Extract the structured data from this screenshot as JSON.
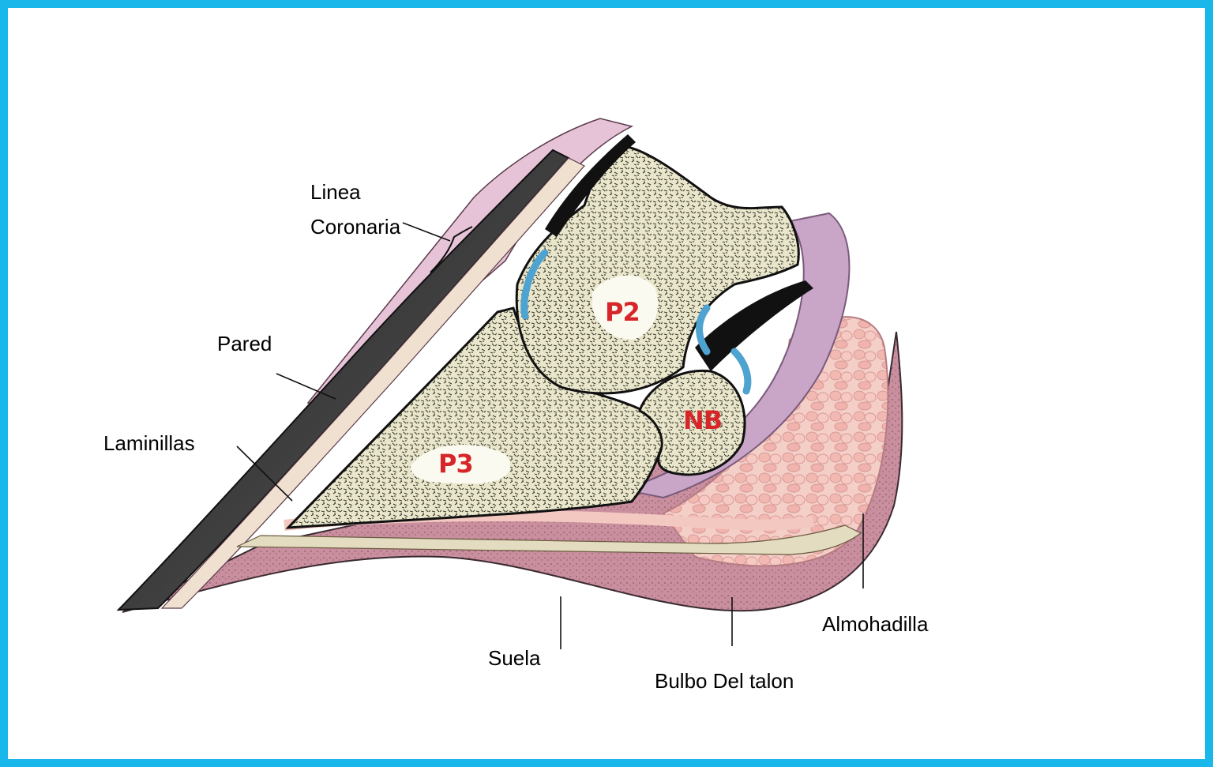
{
  "colors": {
    "frame_border": "#1ab7ea",
    "bone_fill": "#e9e6cc",
    "bone_texture": "#3a3a2a",
    "marrow": "#fbfaf0",
    "soft_tissue_pink": "#e7c3d8",
    "tendon_lilac": "#c9a6c8",
    "horn_dark": "#2a2a2a",
    "sole_pink": "#c98f9f",
    "cushion_pink": "#f0c6c0",
    "synovial_blue": "#4fa3d1",
    "bone_label_red": "#d7262a"
  },
  "labels": {
    "linea_line1": "Linea",
    "linea_line2": "Coronaria",
    "pared": "Pared",
    "laminillas": "Laminillas",
    "suela": "Suela",
    "bulbo": "Bulbo Del talon",
    "almohadilla": "Almohadilla"
  },
  "bone_marks": {
    "p2": "P2",
    "p3": "P3",
    "nb": "NB"
  }
}
